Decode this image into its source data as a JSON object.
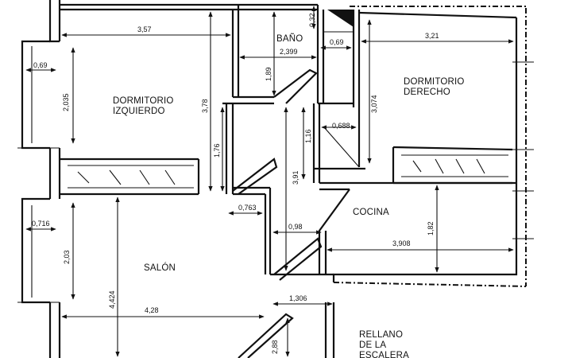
{
  "rooms": {
    "dormitorio_izquierdo": [
      "DORMITORIO",
      "IZQUIERDO"
    ],
    "bano": "BAÑO",
    "dormitorio_derecho": [
      "DORMITORIO",
      "DERECHO"
    ],
    "cocina": "COCINA",
    "salon": "SALÓN",
    "rellano": [
      "RELLANO",
      "DE LA",
      "ESCALERA"
    ]
  },
  "dimensions": {
    "d_357": "3,57",
    "d_069_left": "0,69",
    "d_2035": "2,035",
    "d_378": "3,78",
    "d_189": "1,89",
    "d_2399": "2,399",
    "d_032": "0,32",
    "d_069_bath": "0,69",
    "d_321": "3,21",
    "d_3074": "3,074",
    "d_0688": "0,688",
    "d_116": "1,16",
    "d_176": "1,76",
    "d_391": "3,91",
    "d_0763": "0,763",
    "d_0716": "0,716",
    "d_203": "2,03",
    "d_098": "0,98",
    "d_3908": "3,908",
    "d_182": "1,82",
    "d_4424": "4,424",
    "d_428": "4,28",
    "d_1306": "1,306",
    "d_288": "2,88"
  }
}
